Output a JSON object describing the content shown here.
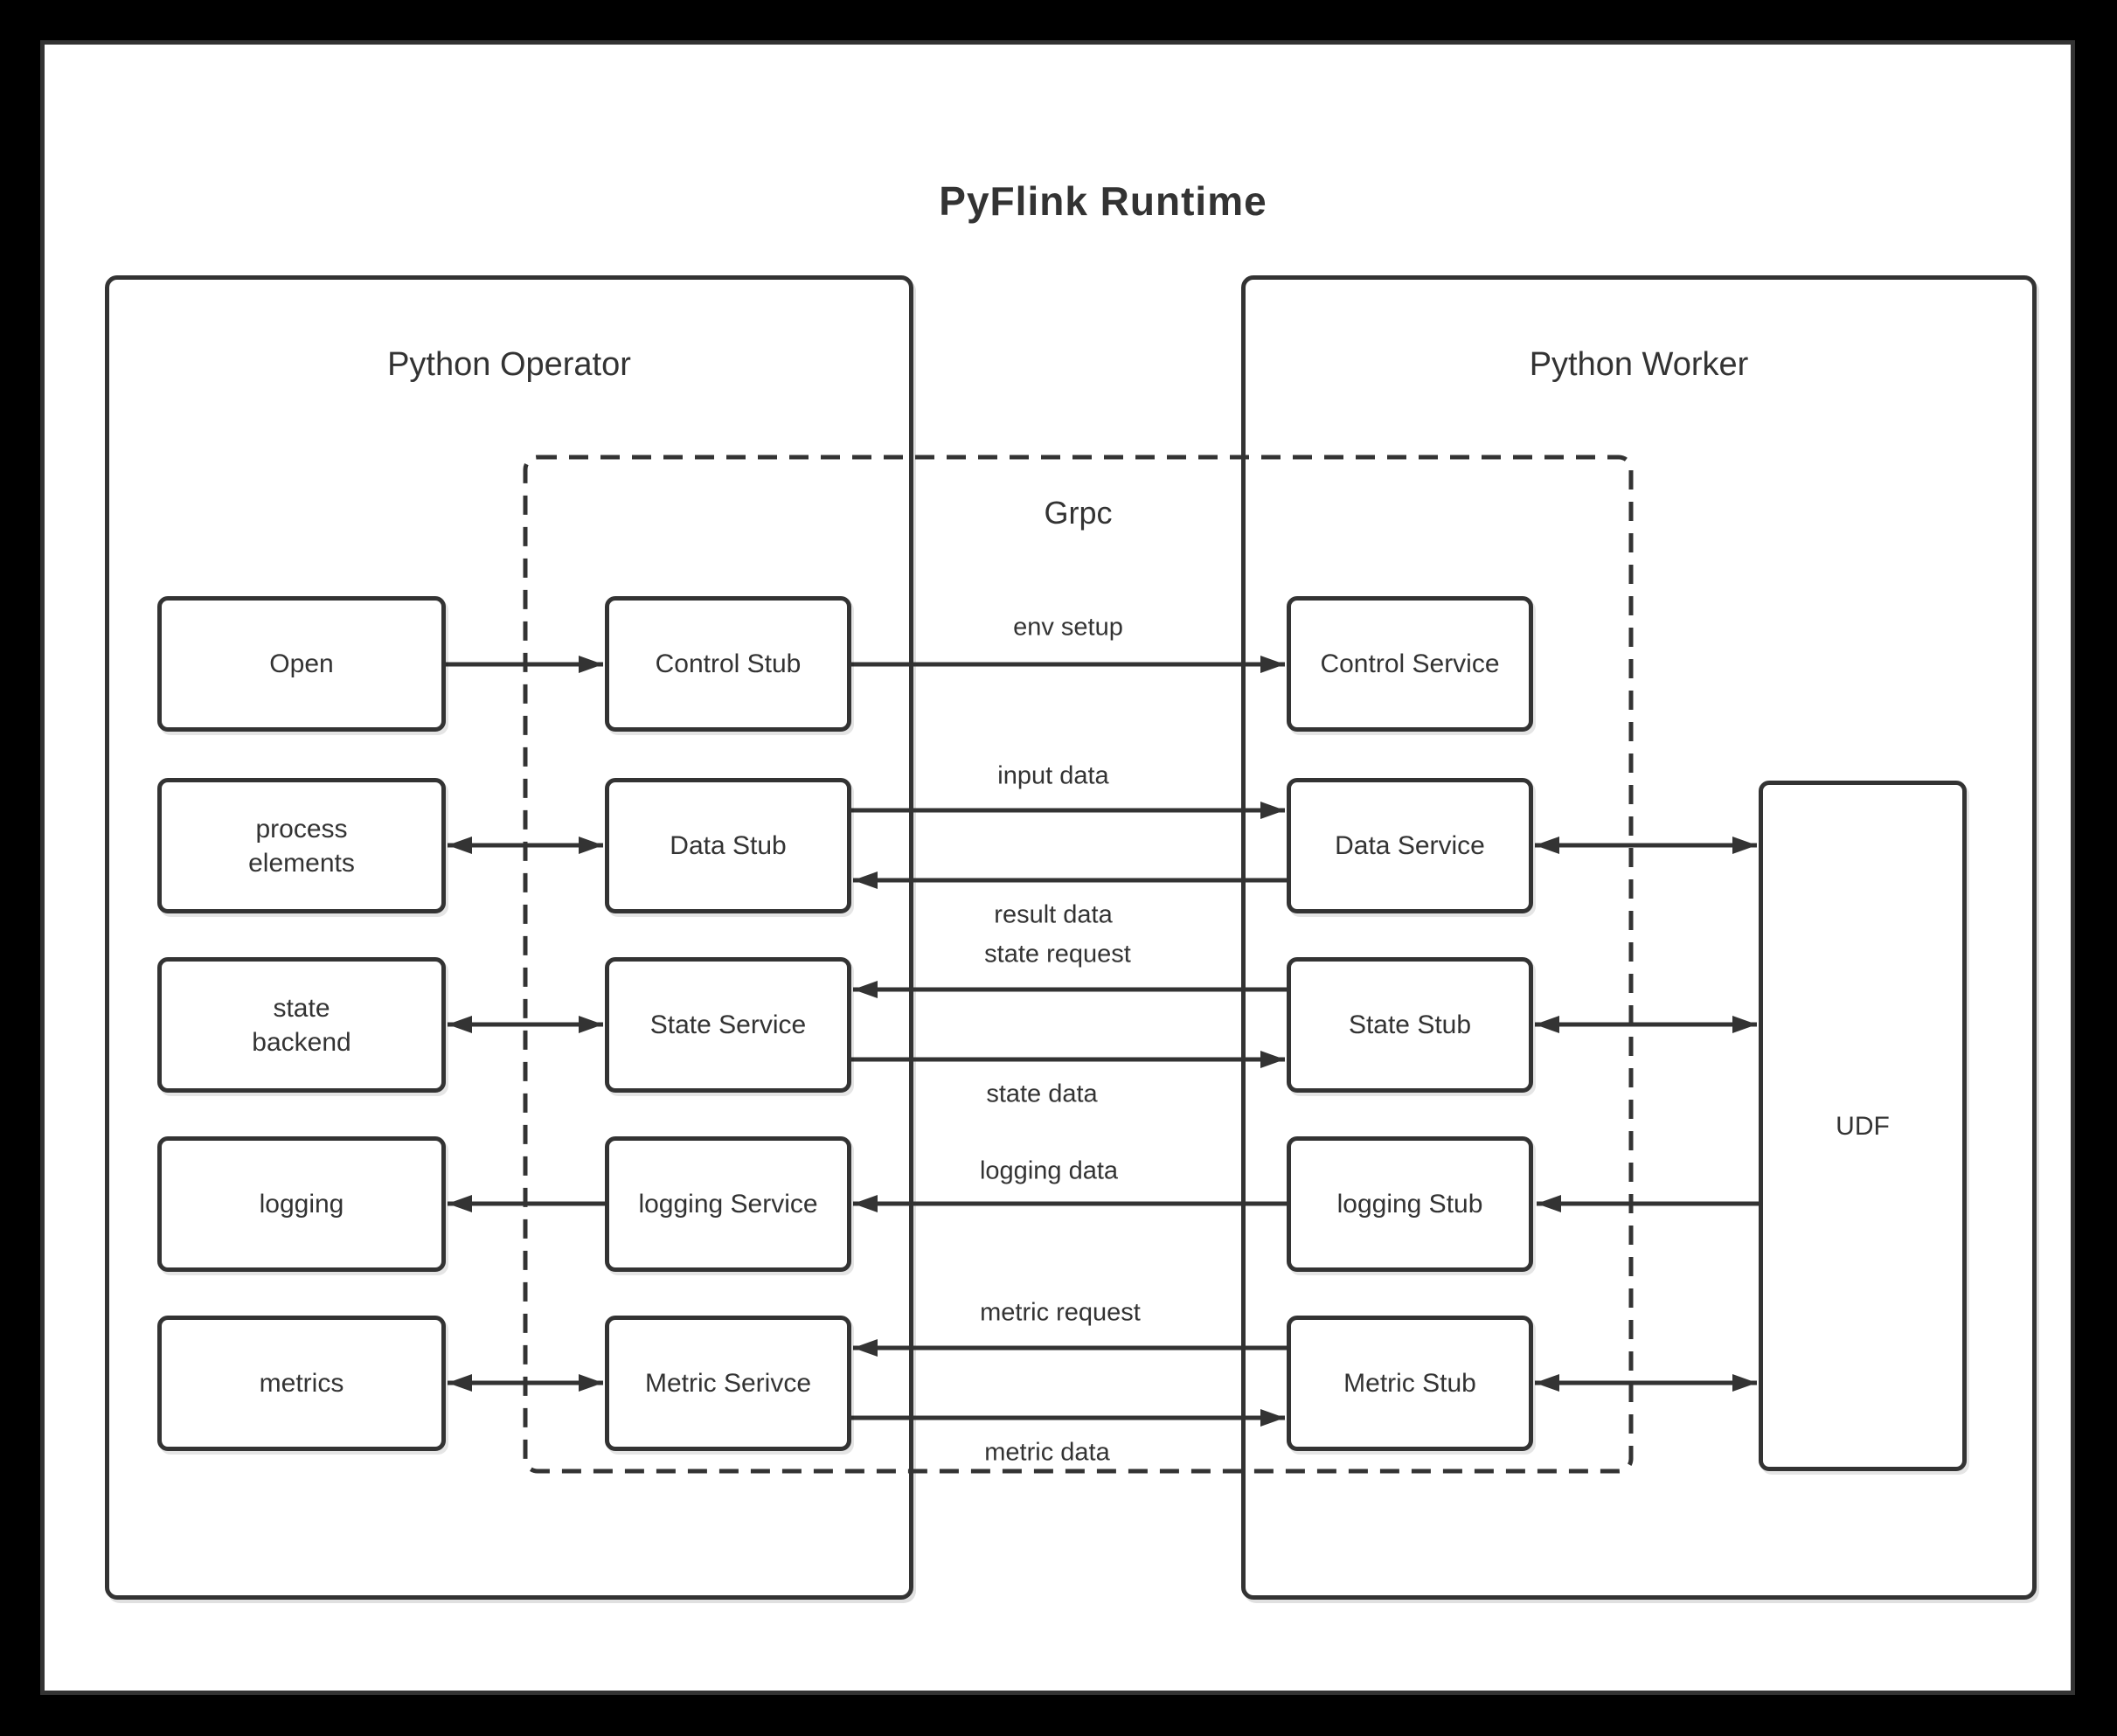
{
  "title": "PyFlink Runtime",
  "containers": {
    "operator": "Python Operator",
    "worker": "Python Worker",
    "grpc": "Grpc"
  },
  "nodes": {
    "open": "Open",
    "control_stub": "Control Stub",
    "control_service": "Control Service",
    "process_elements": "process\nelements",
    "data_stub": "Data Stub",
    "data_service": "Data Service",
    "state_backend": "state\nbackend",
    "state_service": "State Service",
    "state_stub": "State Stub",
    "logging": "logging",
    "logging_service": "logging Service",
    "logging_stub": "logging Stub",
    "metrics": "metrics",
    "metric_service": "Metric Serivce",
    "metric_stub": "Metric Stub",
    "udf": "UDF"
  },
  "edge_labels": {
    "env_setup": "env setup",
    "input_data": "input data",
    "result_data": "result data",
    "state_request": "state request",
    "state_data": "state data",
    "logging_data": "logging data",
    "metric_request": "metric request",
    "metric_data": "metric data"
  },
  "colors": {
    "stroke": "#333333",
    "page_background": "#ffffff",
    "frame_background": "#000000",
    "text": "#333333"
  }
}
